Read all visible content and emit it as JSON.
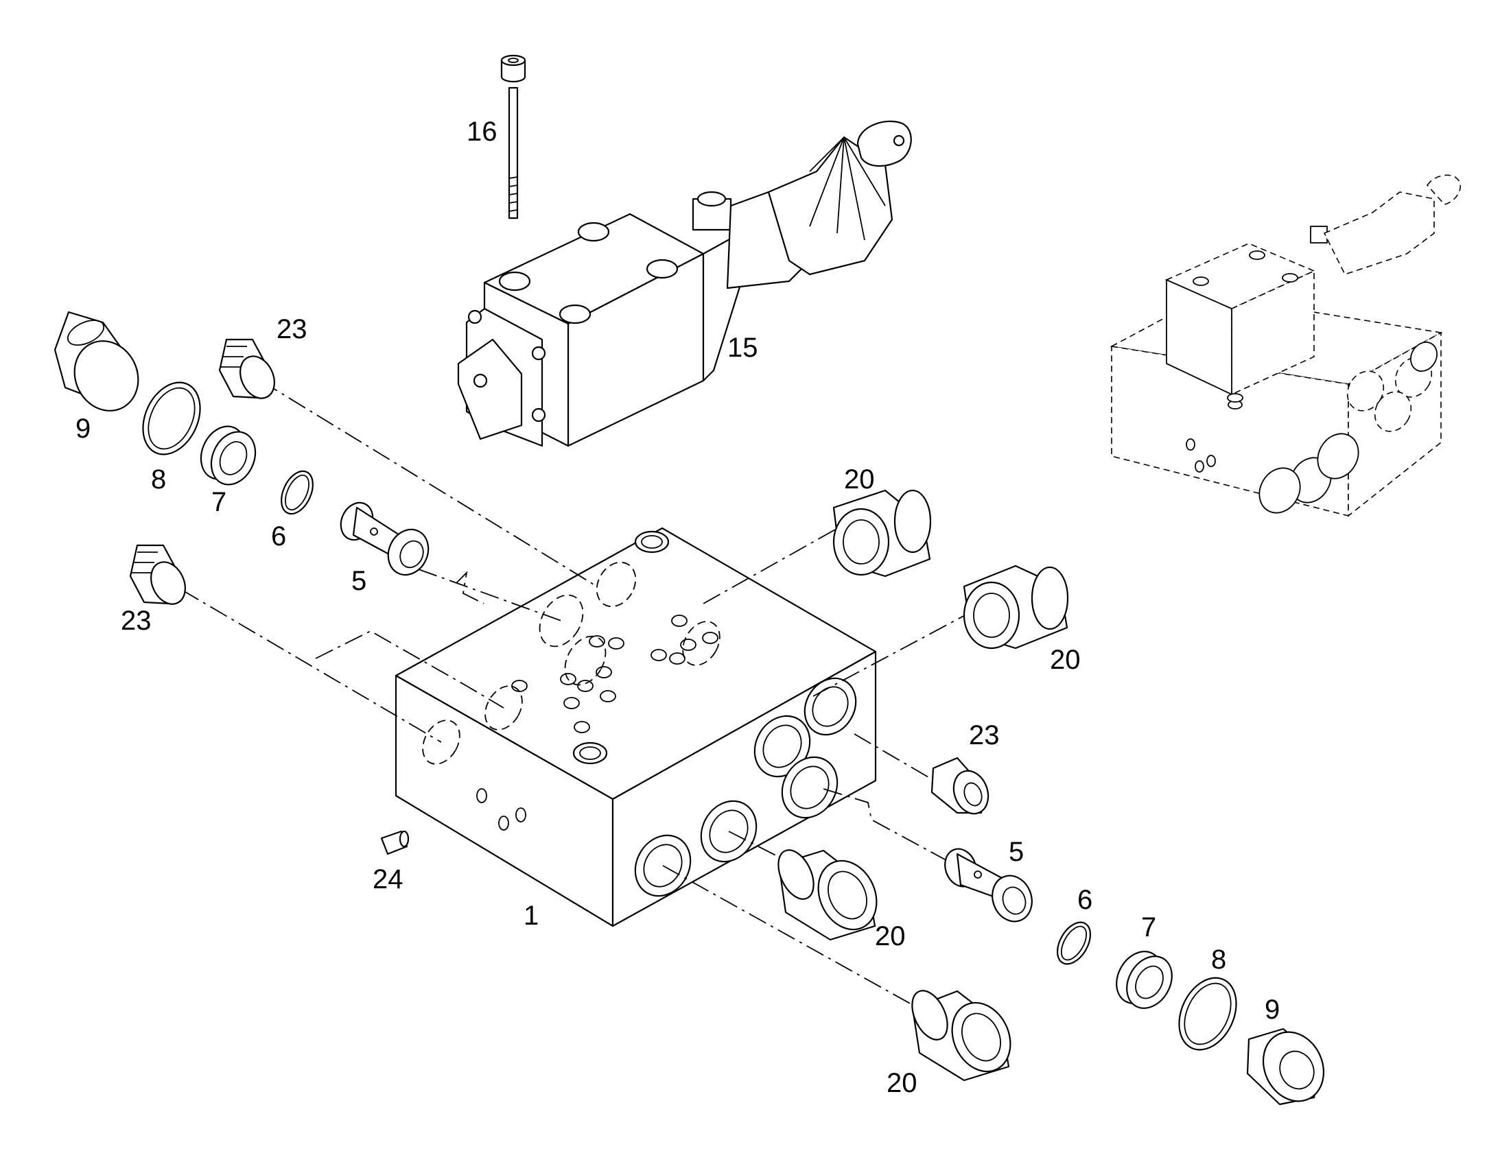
{
  "callouts": {
    "body": "1",
    "check_valve_left": "5",
    "check_valve_right": "5",
    "oring_left": "6",
    "oring_right": "6",
    "spacer_left": "7",
    "spacer_right": "7",
    "seal_ring_left": "8",
    "seal_ring_right": "8",
    "plug_left": "9",
    "plug_right": "9",
    "hand_valve": "15",
    "screw": "16",
    "fitting_top": "20",
    "fitting_right": "20",
    "fitting_front": "20",
    "fitting_bottom": "20",
    "small_plug_top": "23",
    "small_plug_left": "23",
    "small_plug_right": "23",
    "pin": "24"
  }
}
